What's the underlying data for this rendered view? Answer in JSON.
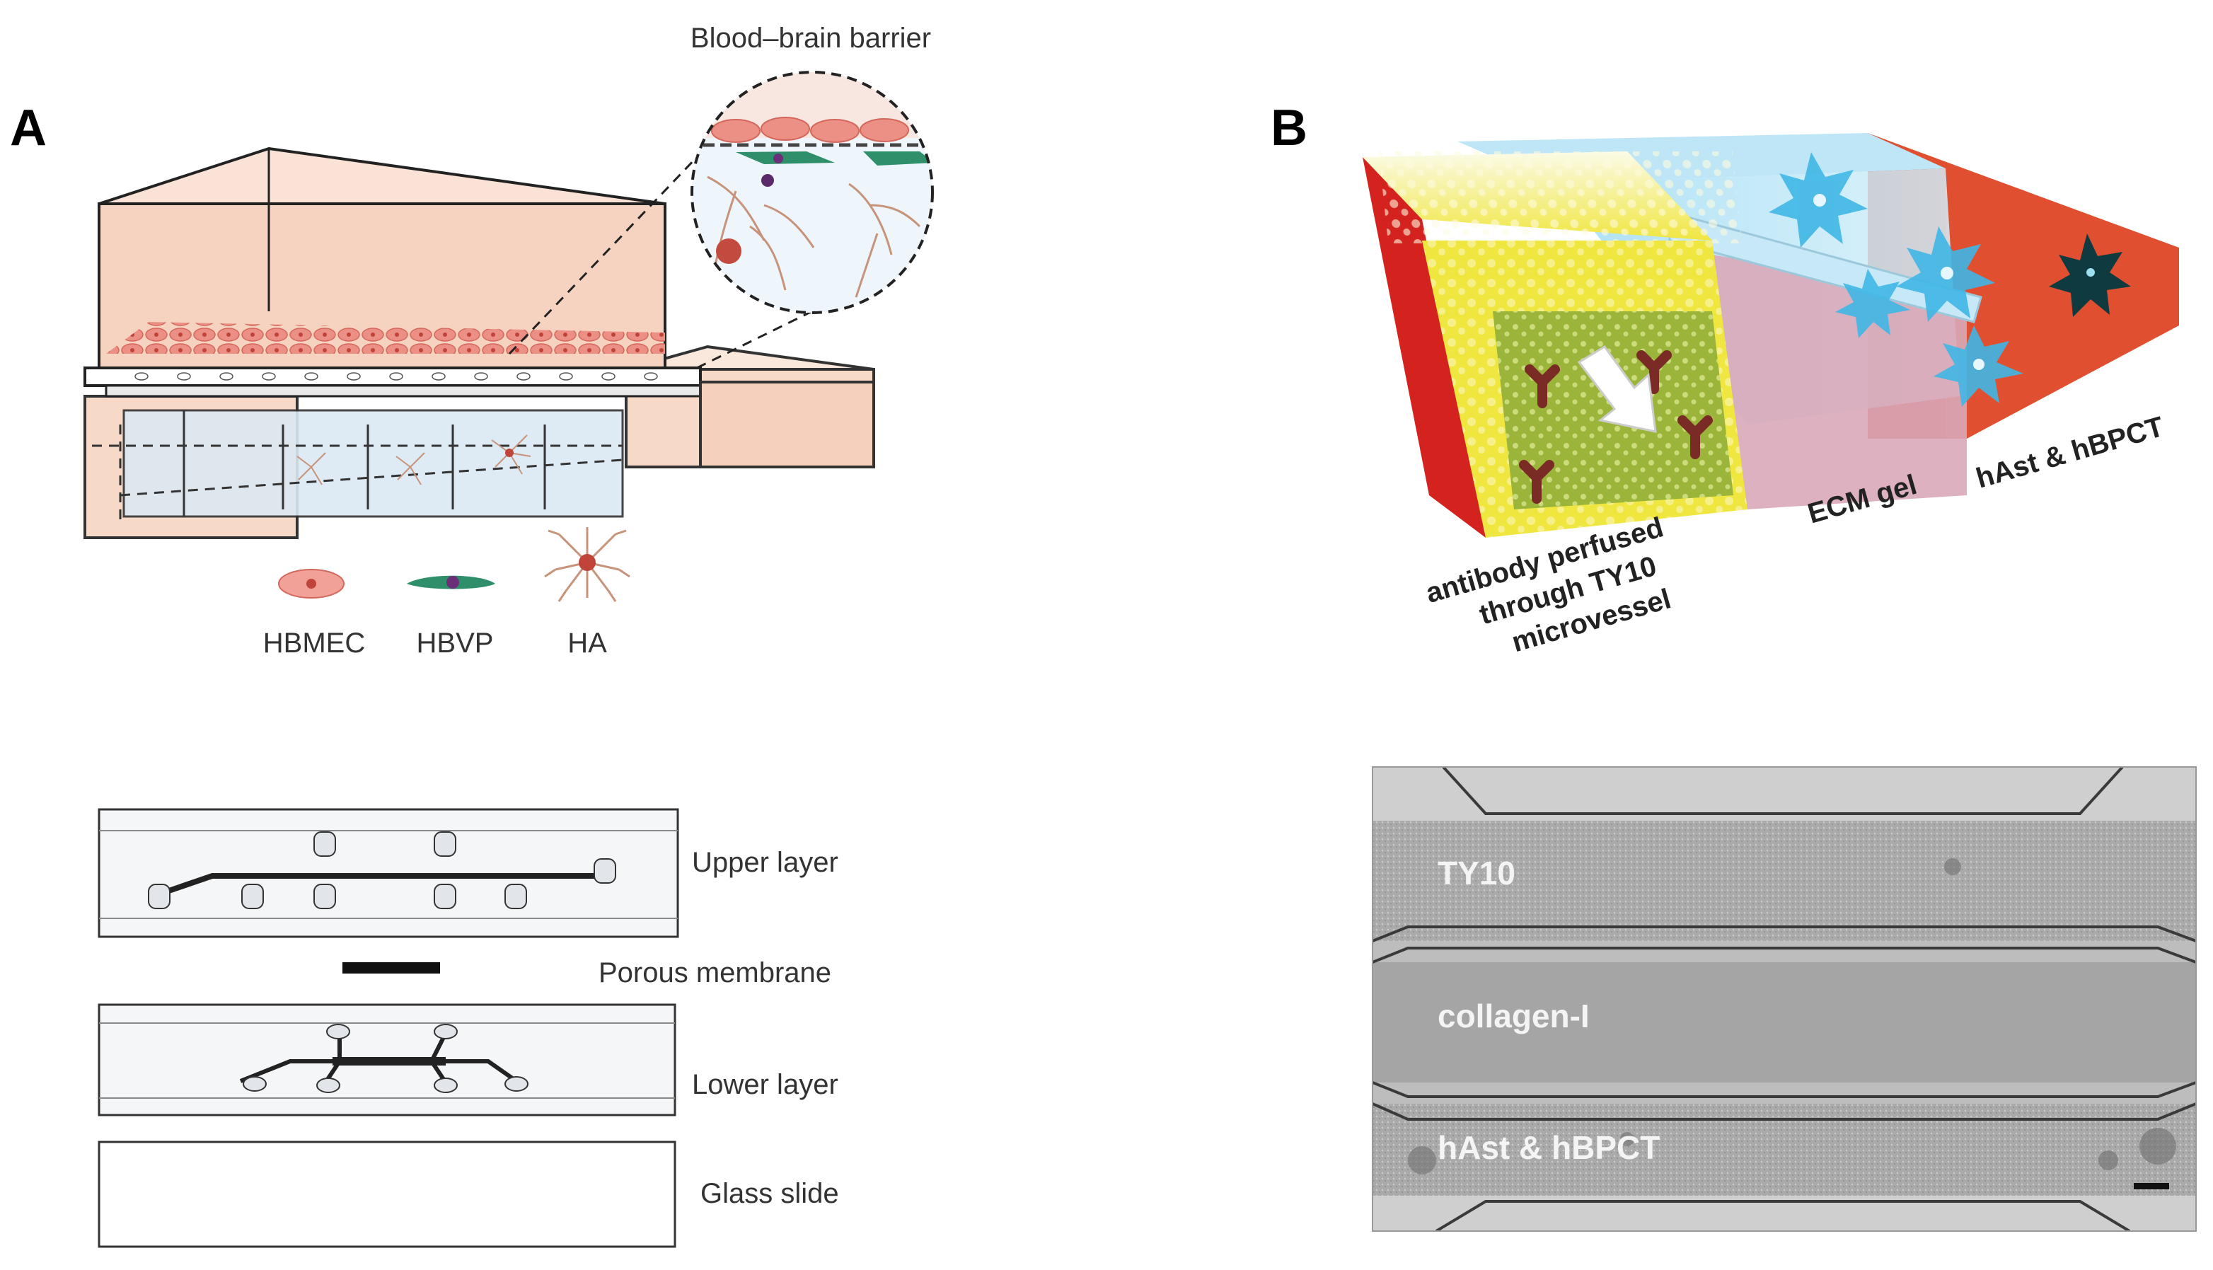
{
  "panel_a": {
    "letter": "A",
    "bbb_title": "Blood–brain barrier",
    "legend": {
      "hbmec": "HBMEC",
      "hbvp": "HBVP",
      "ha": "HA"
    },
    "layers": {
      "upper": "Upper layer",
      "membrane": "Porous membrane",
      "lower": "Lower layer",
      "glass": "Glass slide"
    }
  },
  "panel_b": {
    "letter": "B",
    "label_antibody_1": "antibody perfused",
    "label_antibody_2": "through TY10",
    "label_antibody_3": "microvessel",
    "label_ecm": "ECM gel",
    "label_hast": "hAst & hBPCT",
    "micrograph": {
      "ty10": "TY10",
      "collagen": "collagen-I",
      "hast": "hAst & hBPCT"
    }
  },
  "colors": {
    "peach": "#f7d9c8",
    "cell_pink": "#e9867c",
    "hbvp_green": "#2f8f6a",
    "astro_brown": "#b07a5a",
    "red_wall": "#d4221e",
    "yellow_vessel": "#f2e84a",
    "cyan": "#7fd3ef",
    "pink_gel": "#d9a9b8",
    "teal_star": "#1c4f5a"
  }
}
